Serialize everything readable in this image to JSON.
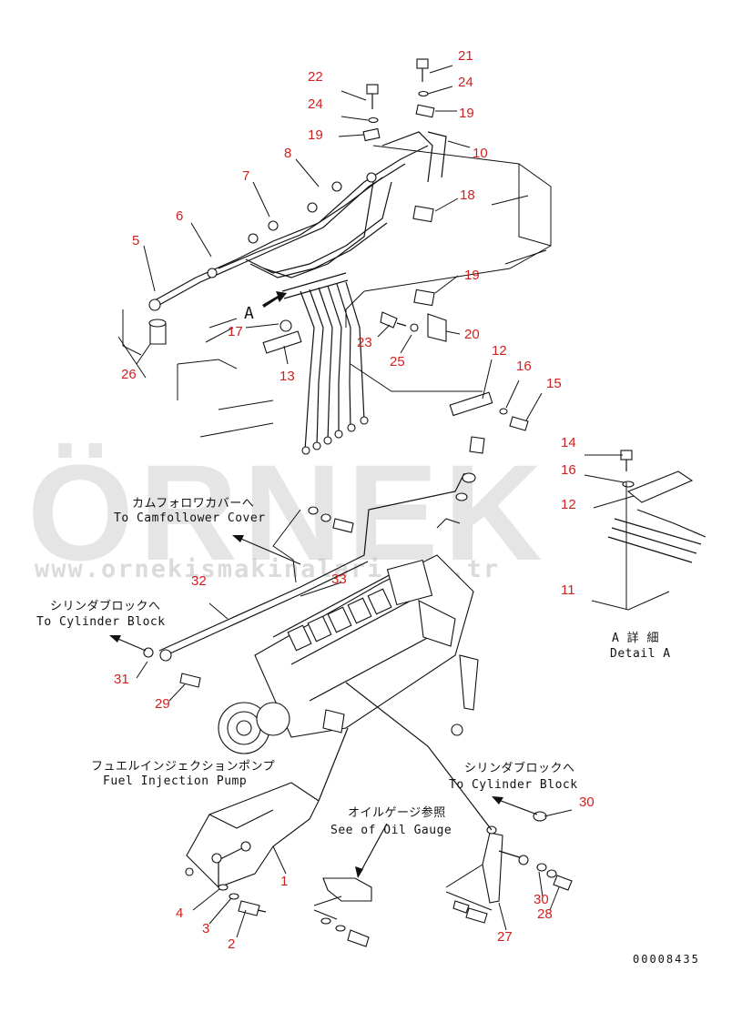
{
  "watermark": {
    "word": "ÖRNEK",
    "url": "www.ornekismakinalari.com.tr",
    "color": "#cfcfcf"
  },
  "callout_color": "#d22020",
  "callouts": [
    {
      "id": "c21",
      "text": "21"
    },
    {
      "id": "c24a",
      "text": "24"
    },
    {
      "id": "c22",
      "text": "22"
    },
    {
      "id": "c24b",
      "text": "24"
    },
    {
      "id": "c19a",
      "text": "19"
    },
    {
      "id": "c19b",
      "text": "19"
    },
    {
      "id": "c10",
      "text": "10"
    },
    {
      "id": "c8",
      "text": "8"
    },
    {
      "id": "c7",
      "text": "7"
    },
    {
      "id": "c18",
      "text": "18"
    },
    {
      "id": "c6",
      "text": "6"
    },
    {
      "id": "c5",
      "text": "5"
    },
    {
      "id": "c19c",
      "text": "19"
    },
    {
      "id": "c17",
      "text": "17"
    },
    {
      "id": "c20",
      "text": "20"
    },
    {
      "id": "c23",
      "text": "23"
    },
    {
      "id": "c25",
      "text": "25"
    },
    {
      "id": "c26",
      "text": "26"
    },
    {
      "id": "c13",
      "text": "13"
    },
    {
      "id": "c12a",
      "text": "12"
    },
    {
      "id": "c16a",
      "text": "16"
    },
    {
      "id": "c15",
      "text": "15"
    },
    {
      "id": "c14",
      "text": "14"
    },
    {
      "id": "c16b",
      "text": "16"
    },
    {
      "id": "c12b",
      "text": "12"
    },
    {
      "id": "c33",
      "text": "33"
    },
    {
      "id": "c32",
      "text": "32"
    },
    {
      "id": "c11",
      "text": "11"
    },
    {
      "id": "c31",
      "text": "31"
    },
    {
      "id": "c29",
      "text": "29"
    },
    {
      "id": "c30a",
      "text": "30"
    },
    {
      "id": "c1",
      "text": "1"
    },
    {
      "id": "c4",
      "text": "4"
    },
    {
      "id": "c30b",
      "text": "30"
    },
    {
      "id": "c28",
      "text": "28"
    },
    {
      "id": "c3",
      "text": "3"
    },
    {
      "id": "c2",
      "text": "2"
    },
    {
      "id": "c27",
      "text": "27"
    }
  ],
  "labels": {
    "view_a": "A",
    "camfollower_jp": "カムフォロワカバーへ",
    "camfollower_en": "To Camfollower Cover",
    "cylinder_block_left_jp": "シリンダブロックへ",
    "cylinder_block_left_en": "To Cylinder Block",
    "detail_a_jp": "A 詳 細",
    "detail_a_en": "Detail A",
    "fuel_pump_jp": "フュエルインジェクションポンプ",
    "fuel_pump_en": "Fuel Injection Pump",
    "cylinder_block_right_jp": "シリンダブロックへ",
    "cylinder_block_right_en": "To Cylinder Block",
    "oil_gauge_jp": "オイルゲージ参照",
    "oil_gauge_en": "See of Oil Gauge",
    "drawing_number": "00008435"
  }
}
